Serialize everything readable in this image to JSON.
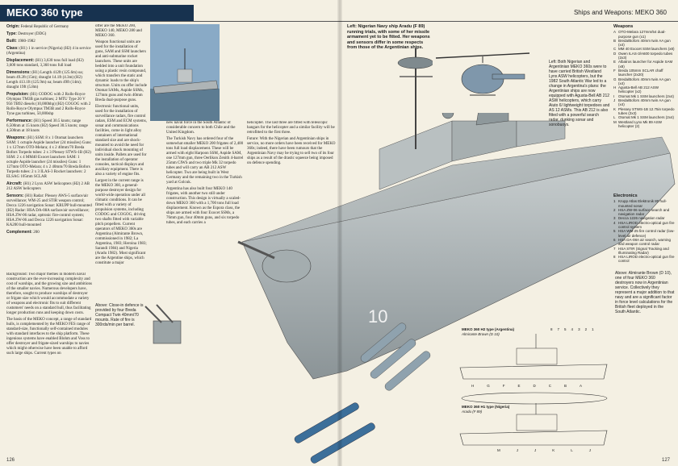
{
  "header": {
    "title": "MEKO 360 type",
    "right_title": "Ships and Weapons: MEKO 360"
  },
  "specs": [
    {
      "label": "Origin:",
      "text": "Federal Republic of Germany"
    },
    {
      "label": "Type:",
      "text": "Destroyer (DDG)"
    },
    {
      "label": "Built:",
      "text": "1980-1982"
    },
    {
      "label": "Class:",
      "text": "(H1) 1 in service (Nigeria) (H2) 4 in service (Argentina)"
    },
    {
      "label": "Displacement:",
      "text": "(H1) 3,630 tons full load (H2) 3,600 tons standard, 3,360 tons full load"
    },
    {
      "label": "Dimensions:",
      "text": "(H1) Length 412ft (125.6m) oa; beam 49.2ft (15m); draught 14.1ft (4.3m) (H2) Length 413.1ft (125.9m) oa; beam 49ft (14m); draught 19ft (5.8m)"
    },
    {
      "label": "Propulsion:",
      "text": "(H1) CODOG with 2 Rolls-Royce Olympus TM3B gas turbines; 2 MTU Type 20 V 956 TB92 diesels (10,000bhp) (H2) COGOG with 2 Rolls-Royce Olympus TM3B and 2 Rolls-Royce Tyne gas turbines, 50,000shp"
    },
    {
      "label": "Performance:",
      "text": "(H1) Speed 30.5 knots; range 6,500nm at 15 knots (H2) Speed 30.5 knots; range 4,500nm at 18 knots"
    },
    {
      "label": "Weapons:",
      "text": "(H1) SSM: 8 x 1 Otomat launchers SAM: 1 octuple Aspide launcher (24 missiles) Guns: 1 x 127mm OTO-Melara; 4 x 2 40mm/70 Breda Bofors Torpedo tubes: 2 x 3 Plessey STWS-1B (H2) SSM: 2 x 4 MM40 Exocet launchers SAM: 1 octuple Aspide launcher (24 missiles) Guns: 1 127mm OTO-Melara; 4 x 2 40mm/70 Breda Bofors Torpedo tubes: 2 x 3 ILAS-3 Rocket launchers: 2 ELSAG 105mm SCLAR"
    },
    {
      "label": "Aircraft:",
      "text": "(H1) 2 Lynx ASW helicopters (H2) 2 AB 212 ASW helicopters"
    },
    {
      "label": "Sensors:",
      "text": "(H1) Radar: Plessey AWS-5 surface/air surveillance; WM-25 and STIR weapon control; Decca 1226 navigation Sonar: KRUPP hull-mounted (H2) Radar: HSA DA-08A surface/air surveillance; HSA ZW-06 radar, optronic fire-control system; HSA ZW-06 and Decca 1226 navigation Sonar: KA200 hull-mounted"
    },
    {
      "label": "Complement:",
      "text": "200"
    }
  ],
  "body_col1": [
    "Background: Two major themes in modern naval construction are the ever-increasing complexity and cost of warships, and the growing size and ambitions of the smaller navies. Numerous developers have, therefore, sought to produce warships of destroyer or frigate size which would accommodate a variety of weapons and electronic fits to suit different customers' needs on a standard hull, thus facilitating longer production runs and keeping down costs.",
    "The basis of the MEKO concept, a range of standard hulls, is complemented by the MEKO FES range of standard-size, functionally self-contained modules with standard interfaces to the ship platform. These ingenious systems have enabled Blohm and Voss to offer destroyer and frigate-sized warships to navies which might otherwise have been unable to afford such large ships. Current types on"
  ],
  "body_col2": [
    "offer are the MEKO 200, MEKO 140, MEKO 280 and MEKO 360.",
    "Weapon functional units are used for the installation of guns, SAM and SSM launchers and anti-submarine rocket launchers. These units are bedded into a unit foundation using a plastic resin compound, which transfers the static and dynamic loads to the ship's structure. Units on offer include Otomat SAMs, Aspide SSMs, 127mm guns and twin 40mm Breda dual-purpose guns.",
    "Electronic functional units, used for the installation of surveillance radars, fire control radars, ESM and ECM systems, sonar and communications facilities, come in light alloy containers of international standard size and are shock-mounted to avoid the need for individual shock mounting of units inside. Pallets are used for the installation of operator consoles, tactical displays and auxiliary equipment. There is also a variety of engine fits.",
    "Largest in the current range is the MEKO 360, a general-purpose destroyer design for world-wide operation under all climatic conditions. It can be fitted with a variety of propulsion systems, including CODOG and COGOG, driving two shafts fitted with variable pitch propellers. Current operators of MEKO 360s are Argentina (Almirante Brown, commissioned in 1982; La Argentina, 1983; Heroina 1983; Sarandi 1984) and Nigeria (Aradu 1982). Most significant are the Argentine ships, which constitute a major"
  ],
  "body_col3": [
    "new naval force in the South Atlantic of considerable concern to both Chile and the United Kingdom.",
    "The Turkish Navy has ordered four of the somewhat smaller MEKO 200 frigates of 2,400 tons full load displacement. These will be armed with eight Harpoon SSM, Aspide SAM, one 127mm gun, three Oerlikon Zenith 4-barrel 25mm CIWS and two triple Mk 32 torpedo tubes and will carry an AB 212 ASW helicopter. Two are being built in West Germany and the remaining two in the Turkish yard at Golcuk.",
    "Argentina has also built four MEKO 140 frigates, with another two still under construction. This design is virtually a scaled-down MEKO 360 with a 1,700 tons full load displacement. Known as the Espora class, the ships are armed with four Exocet SSMs, a 76mm gun, four 40mm guns, and six torpedo tubes, and each carries a"
  ],
  "body_col4": [
    "helicopter. The last three are fitted with telescopic hangars for the helicopter and a similar facility will be retrofitted to the first three.",
    "Future: With the Nigerian and Argentinian ships in service, no more orders have been received for MEKO 360s; indeed, there have been rumours that the Argentinian Navy may be trying to sell two of its four ships as a result of the drastic squeeze being imposed on defence spending."
  ],
  "captions": {
    "photo_left": "Left: Nigerian Navy ship Aradu (F 89) running trials, with some of her missile armament yet to be fitted. Her weapons and sensors differ in some respects from those of the Argentinian ships.",
    "heli_left": "Left: Both Nigerian and Argentinian MEKO 360s were to have carried British Westland Lynx ASW helicopters, but the 1982 South Atlantic War led to a change in Argentina's plans: the Argentinian ships are now equipped with Agusta-Bell AB 212 ASW helicopters, which carry Aiuto 6/ lightweight torpedoes and AS 12 ASMs. This AB 212 is also fitted with a powerful search radar, dunking sonar and sonobuoys.",
    "above_gun": "Above: Close-in defence is provided by four Breda Compact Twin 40mm/70 mounts. Rate of fire is 300rds/min per barrel.",
    "above_brown": "Above: Almirante Brown (D 10), one of four MEKO 360 destroyers now in Argentinian service. Collectively they represent a major addition to that navy and are a significant factor in force level calculations for the British fleet deployed in the South Atlantic."
  },
  "legend": {
    "weapons_title": "Weapons",
    "weapons": [
      {
        "k": "A",
        "v": "OTO-Melara 127mm/54 dual-purpose gun (x1)"
      },
      {
        "k": "B",
        "v": "Breda/Bofors 40mm twin AA gun (x4)"
      },
      {
        "k": "C",
        "v": "MM 40 Exocet SSM launchers (x8)"
      },
      {
        "k": "D",
        "v": "Owen ILAS-3/A600 torpedo tubes (2x3)"
      },
      {
        "k": "E",
        "v": "Albatros launcher for Aspide SAM (x8)"
      },
      {
        "k": "F",
        "v": "Breda 105mm SCLAR chaff launcher (2x20)"
      },
      {
        "k": "G",
        "v": "Breda/Bofors 40mm twin AA gun (x4)"
      },
      {
        "k": "H",
        "v": "Agusta-Bell AB 212 ASW helicopter (x2)"
      },
      {
        "k": "I",
        "v": "Otomat Mk 1 SSM launchers (2x4)"
      },
      {
        "k": "J",
        "v": "Breda/Bofors 40mm twin AA gun (x4)"
      },
      {
        "k": "K",
        "v": "Plessey STWS-1B 12.75in torpedo tubes (2x3)"
      },
      {
        "k": "L",
        "v": "Otomat Mk 1 SSM launchers (2x4)"
      },
      {
        "k": "M",
        "v": "Westland Lynx Mk 89 ASW helicopter (2)"
      }
    ],
    "electronics_title": "Electronics",
    "electronics": [
      {
        "k": "1",
        "v": "Krupp Atlas Elektronik 80 hull-mounted sonar"
      },
      {
        "k": "2",
        "v": "HSA ZW-06 surface search and navigation radar"
      },
      {
        "k": "3",
        "v": "Decca 1226 navigation radar"
      },
      {
        "k": "4",
        "v": "HSA LIROD electro-optical gun fire control system"
      },
      {
        "k": "5",
        "v": "HSA WM-25 fire control radar (low-level air defence)"
      },
      {
        "k": "6",
        "v": "HSA DA-08A air search, warning and weapon control radar"
      },
      {
        "k": "7",
        "v": "HSA STIR (Signal Tracking and Illuminating Radar)"
      },
      {
        "k": "8",
        "v": "HSA LIROD electro-optical gun fire control"
      }
    ]
  },
  "diagram": {
    "h2_title": "MEKO 360 H2 type (Argentina)",
    "h2_name": "Almirante Brown (D 10)",
    "h1_title": "MEKO 360 H1 type (Nigeria)",
    "h1_name": "Aradu (F 89)",
    "hull_number": "10",
    "h2_top_marks": [
      "8",
      "7",
      "5",
      "4",
      "3",
      "2",
      "1"
    ],
    "h2_bottom_marks": [
      "H",
      "G",
      "F",
      "E",
      "D",
      "C",
      "B",
      "A"
    ],
    "h1_bottom_marks": [
      "M",
      "J",
      "J",
      "K",
      "L",
      "J"
    ]
  },
  "page_numbers": {
    "left": "126",
    "right": "127"
  },
  "colors": {
    "title_bar": "#17324f",
    "paper": "#f4f0e3",
    "hull_gray": "#9aa3a6",
    "deck": "#b4bbbc"
  }
}
